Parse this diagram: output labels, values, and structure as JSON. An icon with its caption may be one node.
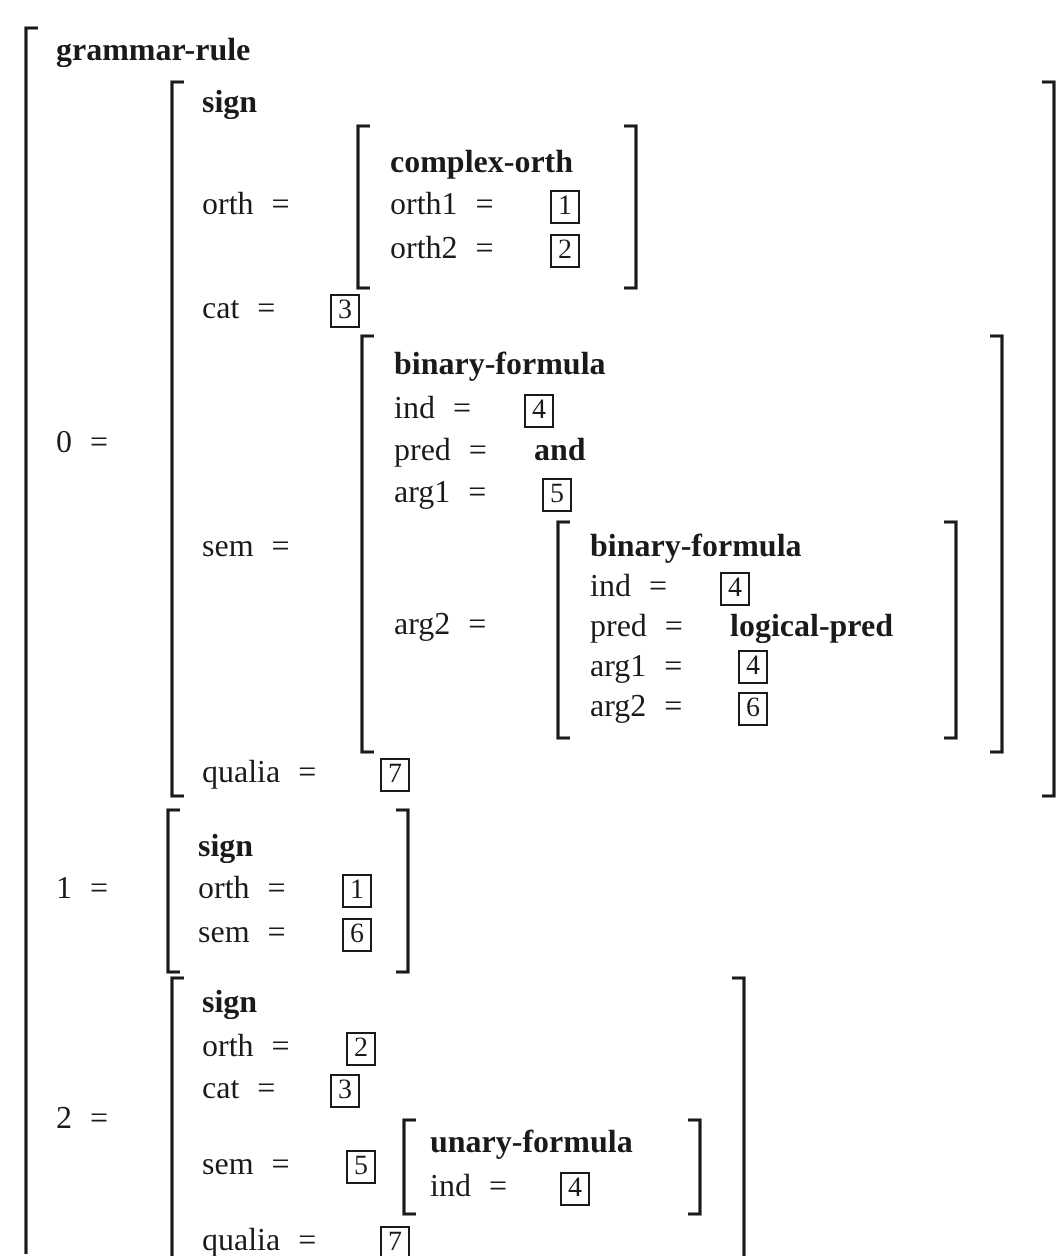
{
  "diagram": {
    "nodes": [
      {
        "text": [
          "grammar-rule",
          "0 =",
          "1 =",
          "2 ="
        ]
      },
      {
        "text": [
          "sign",
          "orth =",
          "cat =",
          "sem =",
          "qualia ="
        ],
        "in": 0
      },
      {
        "text": [
          "complex-orth",
          "orth1 =",
          "orth2 ="
        ],
        "in": 1
      },
      {
        "text": [
          "1"
        ],
        "in": 2
      },
      {
        "text": [
          "2"
        ],
        "in": 2
      },
      {
        "text": [
          "3"
        ],
        "in": 1
      },
      {
        "text": [
          "binary-formula",
          "ind =",
          "pred =",
          "and",
          "arg1 =",
          "arg2 ="
        ],
        "in": 1
      },
      {
        "text": [
          "4"
        ],
        "in": 6
      },
      {
        "text": [
          "5"
        ],
        "in": 6
      },
      {
        "text": [
          "binary-formula",
          "ind =",
          "pred =",
          "logical-pred",
          "arg1 =",
          "arg2 ="
        ],
        "in": 6
      },
      {
        "text": [
          "4"
        ],
        "in": 9
      },
      {
        "text": [
          "4"
        ],
        "in": 9
      },
      {
        "text": [
          "6"
        ],
        "in": 9
      },
      {
        "text": [
          "7"
        ],
        "in": 1
      },
      {
        "text": [
          "sign",
          "orth =",
          "sem ="
        ],
        "in": 0
      },
      {
        "text": [
          "1"
        ],
        "in": 14
      },
      {
        "text": [
          "6"
        ],
        "in": 14
      },
      {
        "text": [
          "sign",
          "orth =",
          "cat =",
          "sem =",
          "qualia ="
        ],
        "in": 0
      },
      {
        "text": [
          "2"
        ],
        "in": 17
      },
      {
        "text": [
          "3"
        ],
        "in": 17
      },
      {
        "text": [
          "5"
        ],
        "in": 17
      },
      {
        "text": [
          "unary-formula",
          "ind ="
        ],
        "in": 17
      },
      {
        "text": [
          "4"
        ],
        "in": 21
      },
      {
        "text": [
          "7"
        ],
        "in": 17
      }
    ]
  }
}
